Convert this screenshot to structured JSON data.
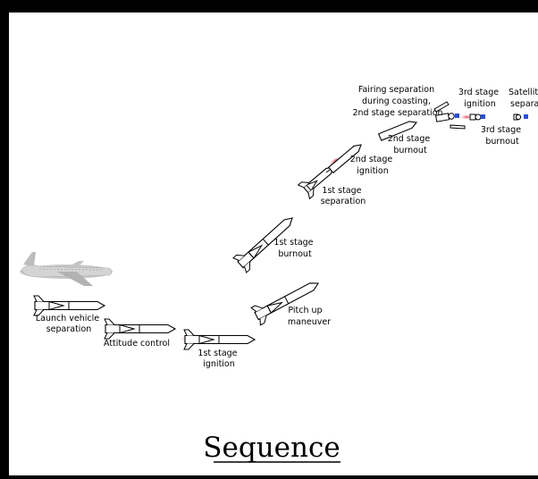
{
  "title": "Sequence",
  "labels": {
    "launch_vehicle_separation": [
      "Launch vehicle",
      "separation"
    ],
    "attitude_control": [
      "Attitude control"
    ],
    "first_stage_ignition": [
      "1st stage",
      "ignition"
    ],
    "pitch_up_maneuver": [
      "Pitch up",
      "maneuver"
    ],
    "first_stage_burnout": [
      "1st stage",
      "burnout"
    ],
    "first_stage_separation": [
      "1st stage",
      "separation"
    ],
    "second_stage_ignition": [
      "2nd stage",
      "ignition"
    ],
    "second_stage_burnout": [
      "2nd stage",
      "burnout"
    ],
    "fairing_separation": [
      "Fairing separation",
      "during coasting,",
      "2nd stage separation"
    ],
    "third_stage_ignition": [
      "3rd stage",
      "ignition"
    ],
    "third_stage_burnout": [
      "3rd stage",
      "burnout"
    ],
    "satellite_separation": [
      "Satellite",
      "separation"
    ]
  },
  "colors": {
    "flame": "#e8505a",
    "satellite": "#2a4fd6",
    "frame": "#000000",
    "aircraft": "#b8b8b8"
  }
}
